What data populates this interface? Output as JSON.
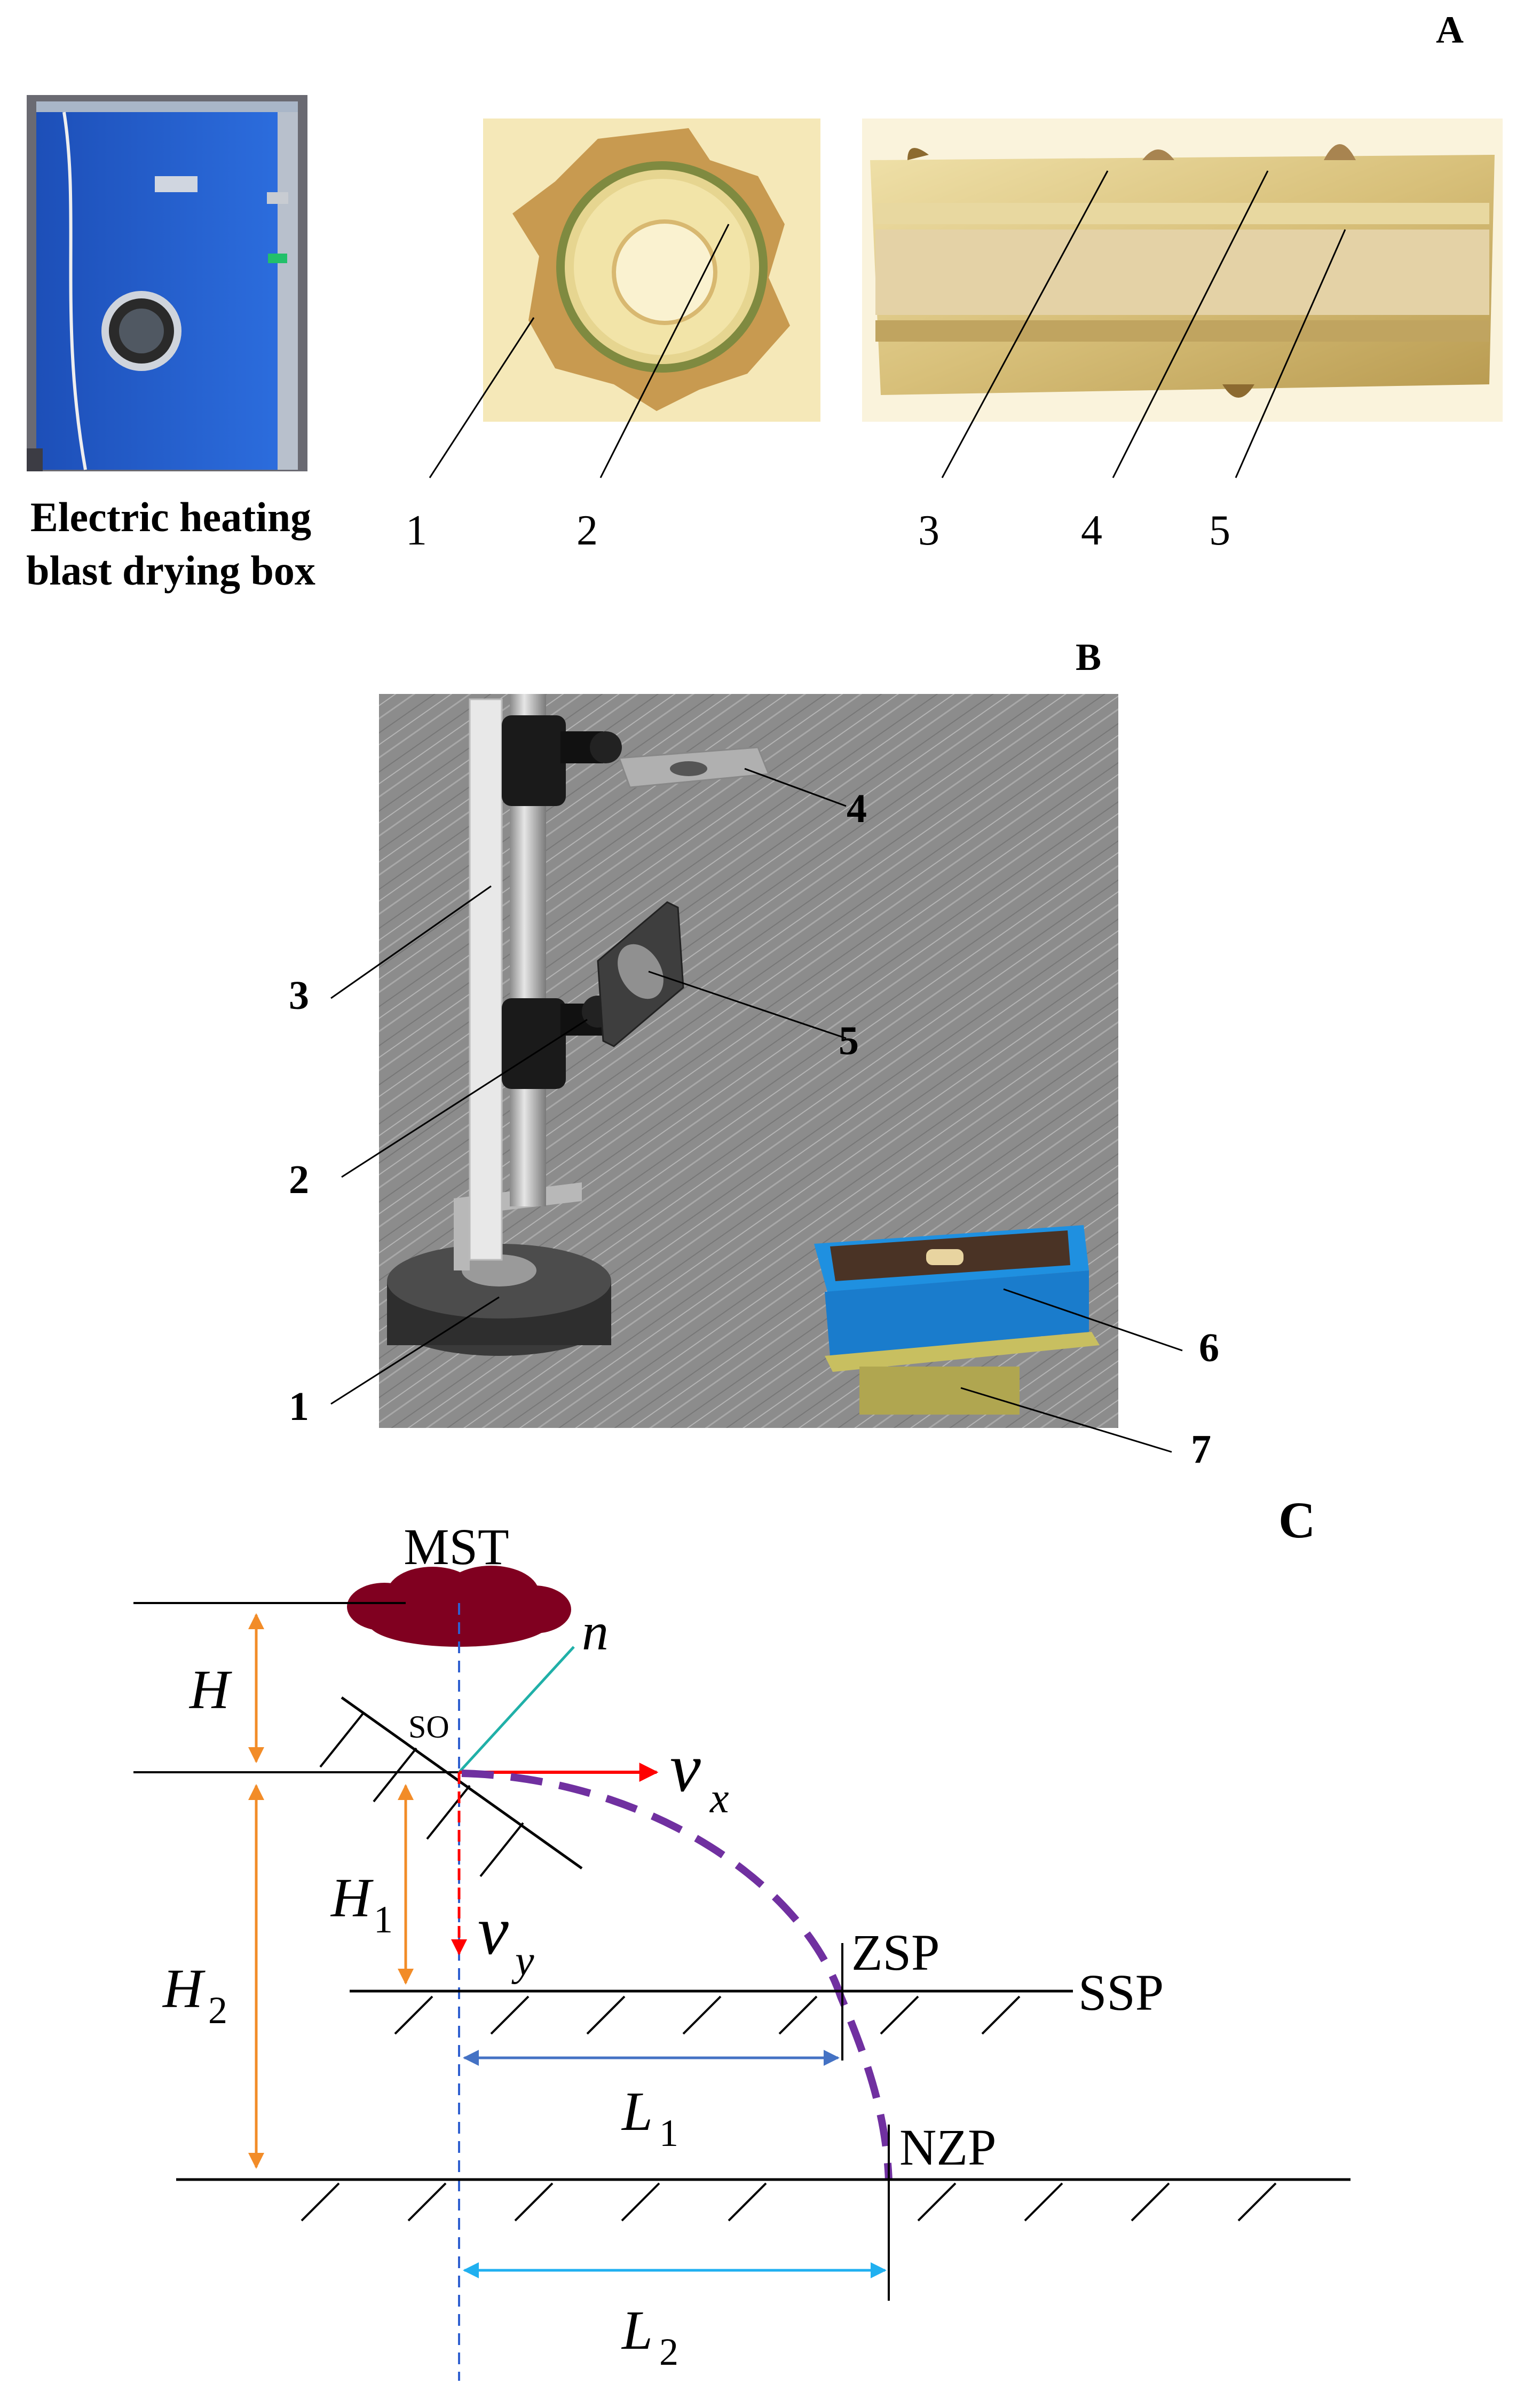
{
  "panelA": {
    "panel_label": "A",
    "box_caption_line1": "Electric heating",
    "box_caption_line2": "blast drying box",
    "numbers": [
      "1",
      "2",
      "3",
      "4",
      "5"
    ]
  },
  "panelB": {
    "panel_label": "B",
    "numbers": [
      "1",
      "2",
      "3",
      "4",
      "5",
      "6",
      "7"
    ]
  },
  "panelC": {
    "panel_label": "C",
    "mst": "MST",
    "n": "n",
    "so": "SO",
    "H": "H",
    "H1_main": "H",
    "H1_sub": "1",
    "H2_main": "H",
    "H2_sub": "2",
    "vx_main": "v",
    "vx_sub": "x",
    "vy_main": "v",
    "vy_sub": "y",
    "zsp": "ZSP",
    "ssp": "SSP",
    "nzp": "NZP",
    "L1_main": "L",
    "L1_sub": "1",
    "L2_main": "L",
    "L2_sub": "2"
  },
  "colors": {
    "arrow_orange": "#f28c28",
    "arrow_red": "#ff0000",
    "trajectory_purple": "#7030a0",
    "dim_blue": "#4472c4",
    "dim_cyan": "#20b0f0",
    "normal_teal": "#20b0a8",
    "dashed_axis_blue": "#3060d0",
    "mst_cloud": "#800020"
  }
}
